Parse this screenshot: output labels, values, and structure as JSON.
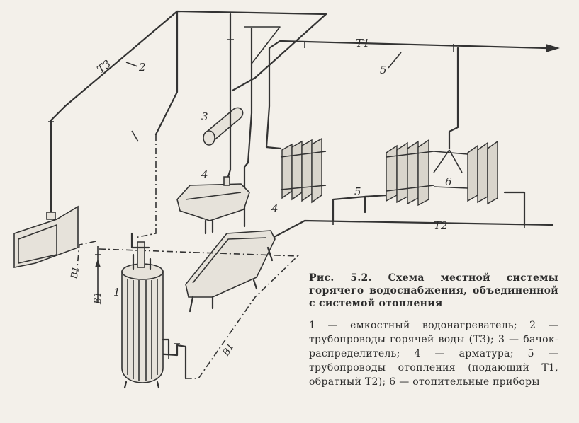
{
  "figure": {
    "caption_title": "Рис. 5.2. Схема местной системы горячего водоснабжения, объединенной с системой отопления",
    "legend": "1 — емкостный водонагреватель; 2 — трубопроводы горячей воды (Т3); 3 — бачок-распределитель; 4 — арматура; 5 — трубопроводы отопления (подающий Т1, обратный Т2); 6 — отопительные приборы"
  },
  "labels": {
    "t1": "T1",
    "t2": "T2",
    "t3": "T3",
    "b1_a": "B1",
    "b1_b": "B1",
    "b1_c": "B1",
    "n1": "1",
    "n2": "2",
    "n3": "3",
    "n4a": "4",
    "n4b": "4",
    "n5a": "5",
    "n5b": "5",
    "n6": "6"
  }
}
